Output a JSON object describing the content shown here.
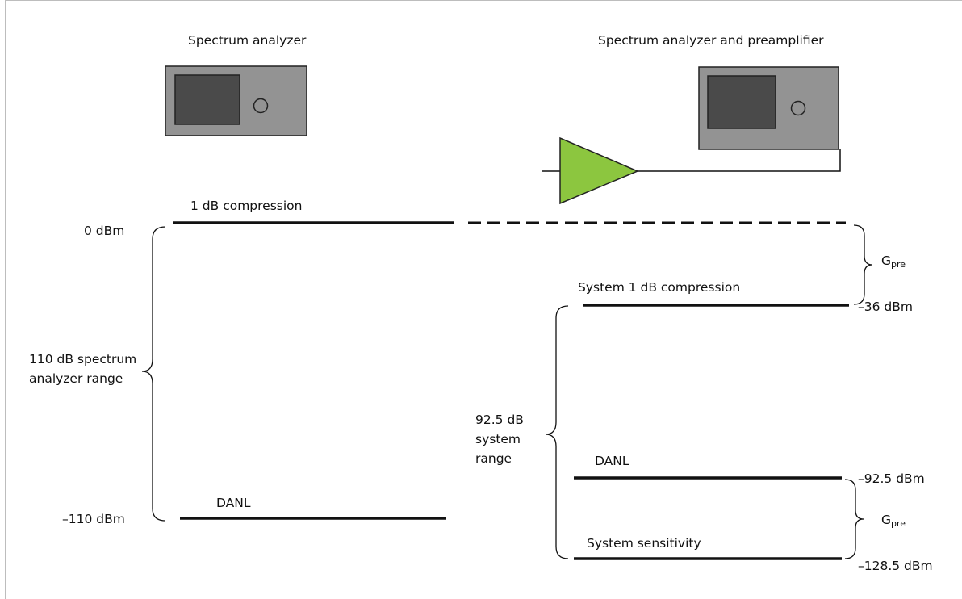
{
  "titles": {
    "left": "Spectrum analyzer",
    "right": "Spectrum analyzer and preamplifier"
  },
  "left_levels": {
    "compression_label": "1 dB compression",
    "danl_label": "DANL",
    "top_value": "0 dBm",
    "bottom_value": "–110 dBm",
    "range_line1": "110 dB spectrum",
    "range_line2": "analyzer range"
  },
  "right_levels": {
    "system_compression_label": "System 1 dB compression",
    "danl_label": "DANL",
    "sensitivity_label": "System sensitivity",
    "system_compression_value": "–36 dBm",
    "danl_value": "–92.5 dBm",
    "sensitivity_value": "–128.5 dBm",
    "range_line1": "92.5 dB",
    "range_line2": "system",
    "range_line3": "range"
  },
  "gain": {
    "symbol": "G",
    "subscript": "pre"
  },
  "colors": {
    "analyzer_body": "#939393",
    "analyzer_screen": "#4a4a4a",
    "amplifier": "#8cc63f",
    "line": "#111111"
  },
  "icons": [
    "spectrum-analyzer-icon",
    "preamplifier-icon"
  ]
}
